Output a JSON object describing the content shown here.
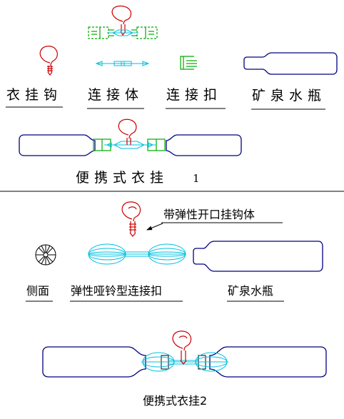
{
  "colors": {
    "hook": "#cc0000",
    "connector": "#00aa00",
    "bottle": "#000080",
    "dumbbell": "#00c0e0",
    "text": "#000000"
  },
  "top": {
    "labels": {
      "hook": "衣挂钩",
      "connector": "连接体",
      "buckle": "连接扣",
      "bottle": "矿泉水瓶"
    },
    "assembly_title": "便携式衣挂",
    "assembly_number": "1"
  },
  "bottom": {
    "hook_callout": "带弹性开口挂钩体",
    "labels": {
      "side": "侧面",
      "dumbbell": "弹性哑铃型连接扣",
      "bottle": "矿泉水瓶"
    },
    "assembly_title": "便携式衣挂2"
  }
}
